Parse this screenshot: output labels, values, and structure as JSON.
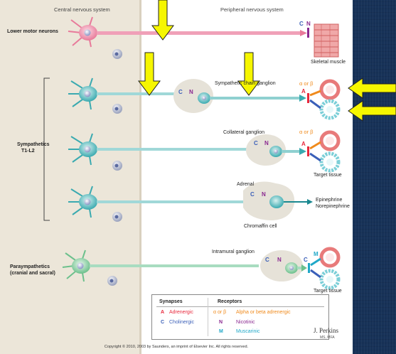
{
  "headers": {
    "cns": "Central nervous system",
    "pns": "Peripheral nervous system"
  },
  "labels": {
    "lower_motor": "Lower motor neurons",
    "skeletal_muscle": "Skeletal muscle",
    "sympathetic_ganglion": "Sympathetic chain ganglion",
    "sympathetics": "Sympathetics",
    "t1l2": "T1-L2",
    "collateral_ganglion": "Collateral ganglion",
    "target_tissue_1": "Target tissue",
    "adrenal": "Adrenal",
    "epinephrine": "Epinephrine",
    "norepinephrine": "Norepinephrine",
    "chromaffin": "Chromaffin cell",
    "parasympathetics_1": "Paraympathetics",
    "parasympathetics_2": "(cranial and sacral)",
    "intramural_ganglion": "Intramural ganglion",
    "target_tissue_2": "Target tissue"
  },
  "markers": {
    "C": "C",
    "N": "N",
    "A": "A",
    "M": "M",
    "alpha_beta": "α or β"
  },
  "legend": {
    "col_synapses": "Synapses",
    "col_receptors": "Receptors",
    "a_letter": "A",
    "a_text": "Adrenergic",
    "ab_letter": "α or β",
    "ab_text": "Alpha or beta adrenergic",
    "c_letter": "C",
    "c_text": "Cholinergic",
    "n_letter": "N",
    "n_text": "Nicotinic",
    "m_letter": "M",
    "m_text": "Muscarinic"
  },
  "signature": {
    "name": "J. Perkins",
    "credentials": "MS, MFA"
  },
  "copyright": "Copyright © 2010, 2003 by Saunders, an imprint of Elsevier Inc. All rights reserved.",
  "colors": {
    "background": "#173258",
    "cns": "#ece6d9",
    "motor": "#f0a0b8",
    "teal": "#8fd0d0",
    "green": "#a8dcc0",
    "adrenergic": "#e8283c",
    "cholinergic": "#3a5fb8",
    "nicotinic": "#8a2890",
    "muscarinic": "#20a8c8",
    "alpha_beta": "#f08a1c",
    "arrow": "#f6f600"
  },
  "icons": [
    "neuron-icon",
    "schwann-cell-icon",
    "ganglion-icon",
    "skeletal-muscle-icon",
    "smooth-muscle-icon",
    "gland-icon",
    "chromaffin-cell-icon",
    "highlight-arrow-icon"
  ]
}
